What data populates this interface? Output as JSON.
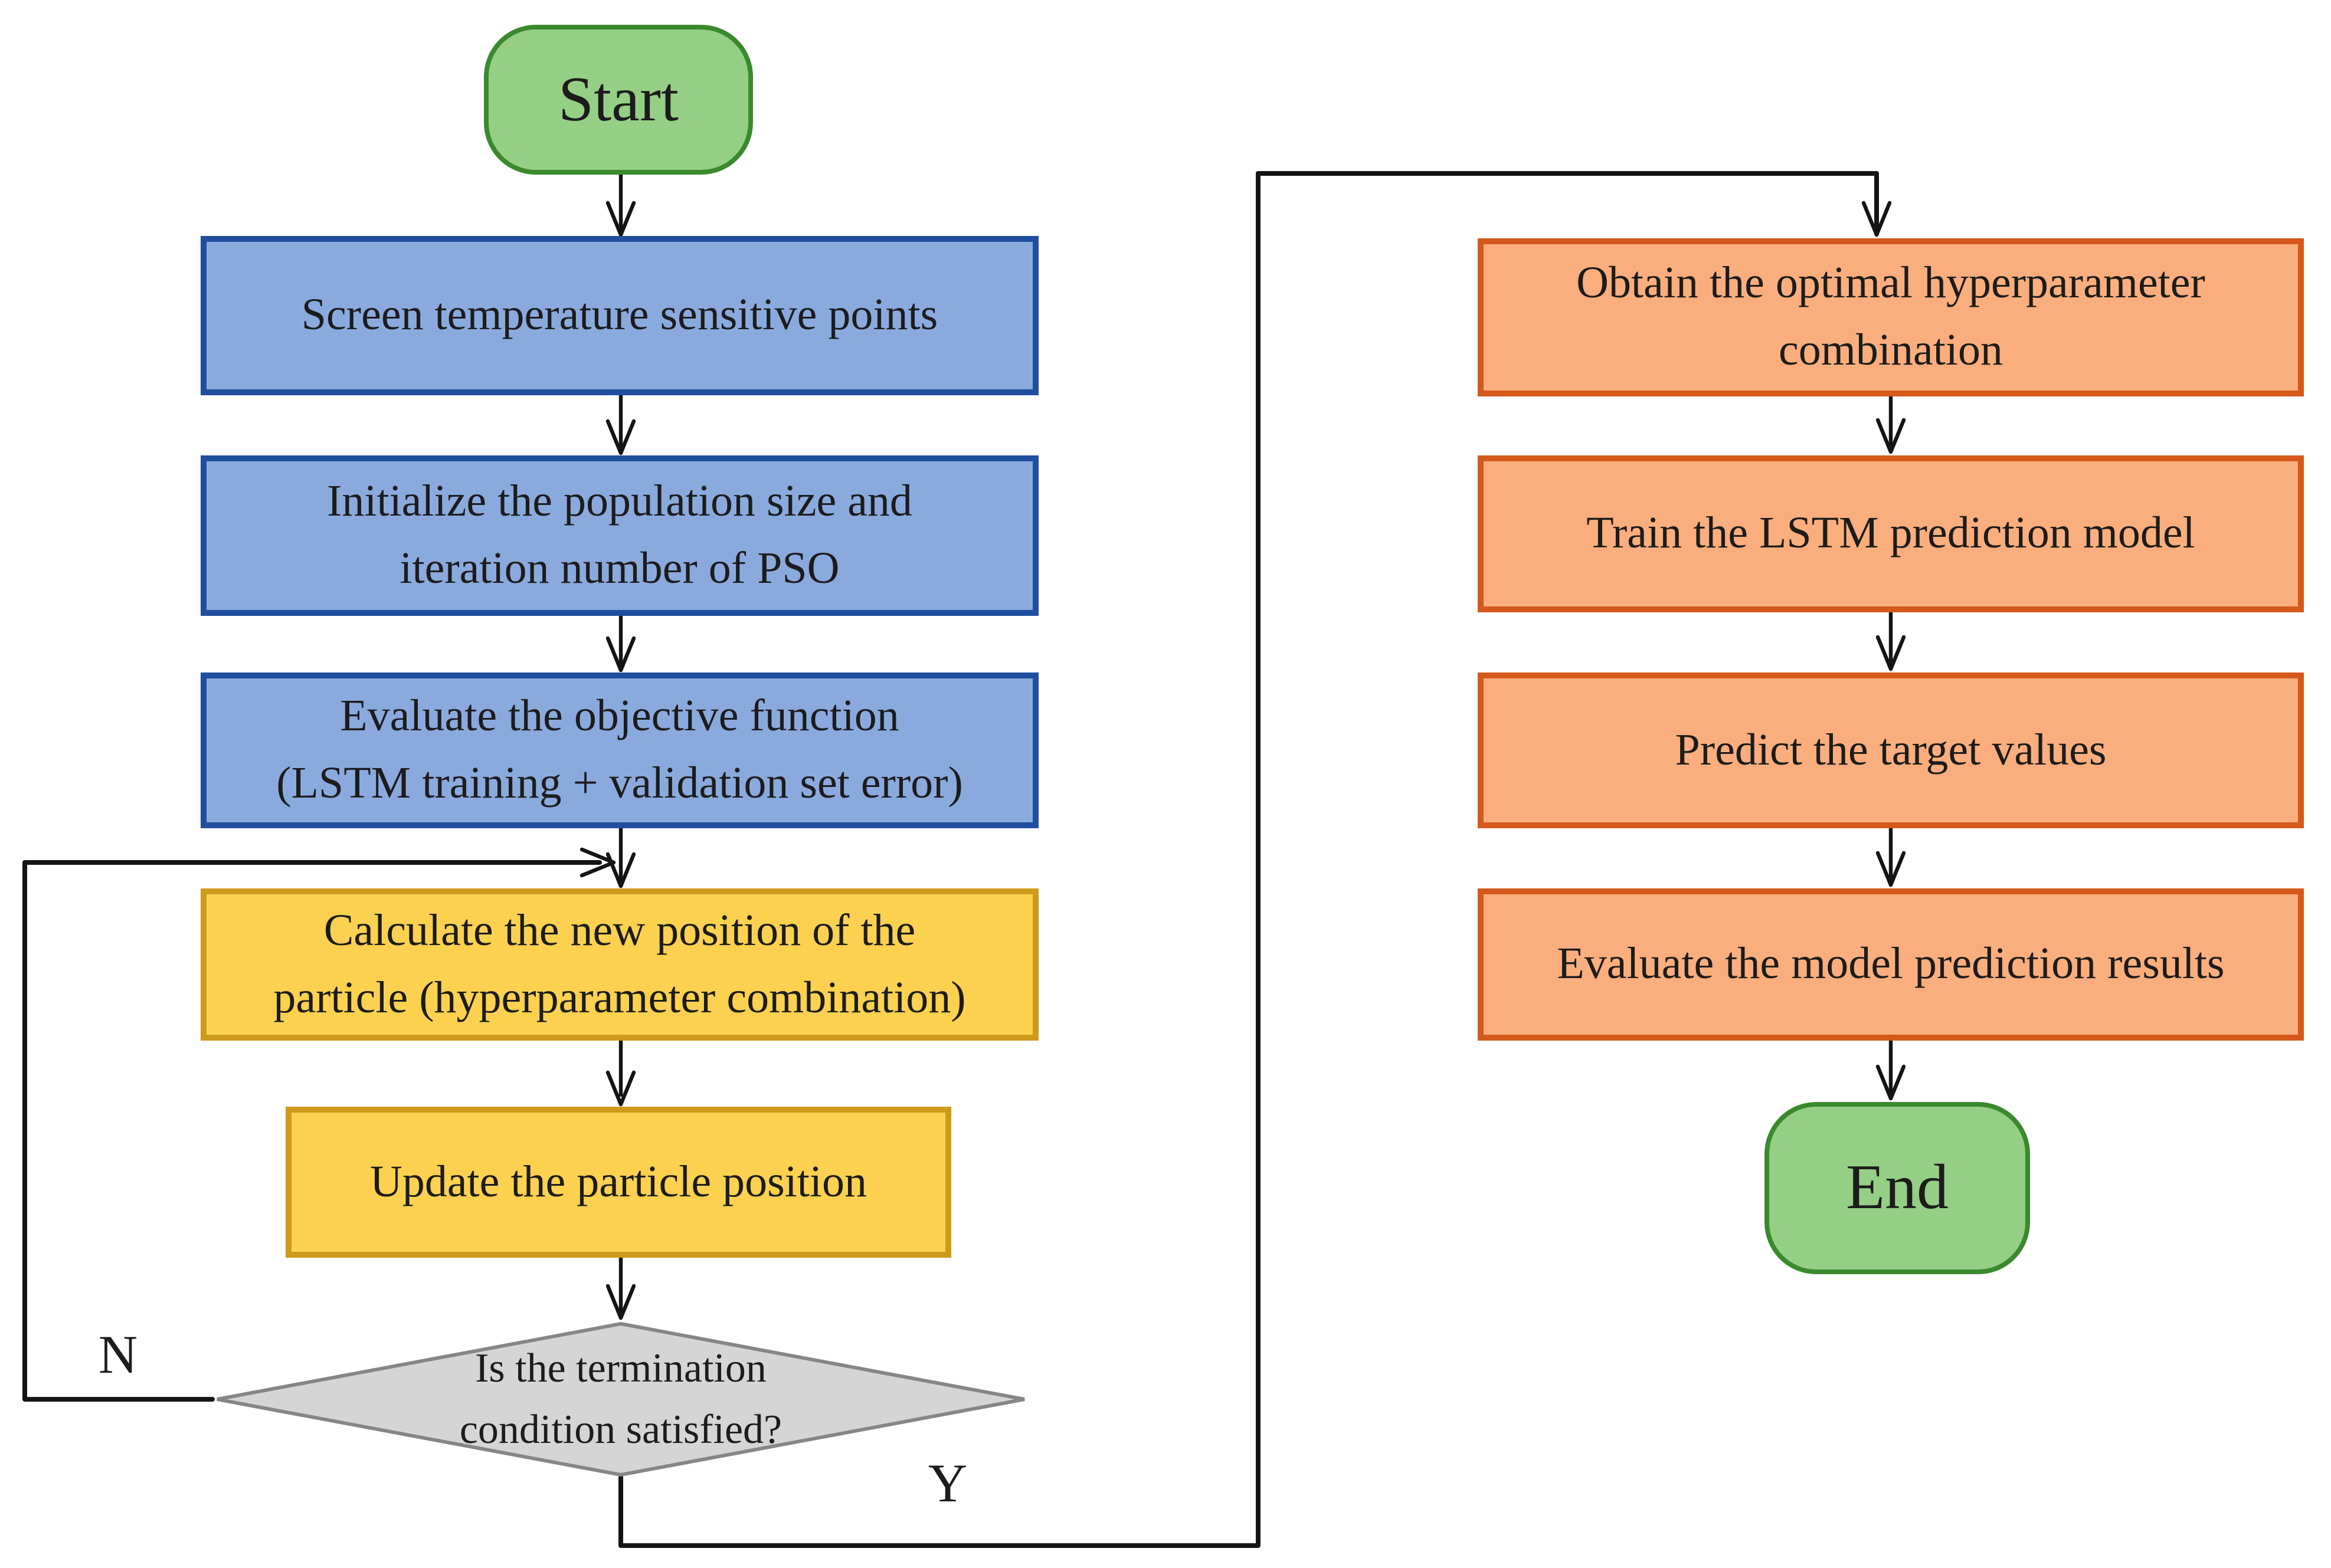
{
  "diagram": {
    "nodes": {
      "start": {
        "label": "Start"
      },
      "screen_points": {
        "label": "Screen temperature sensitive points"
      },
      "init_pso": {
        "label": "Initialize the population size and\niteration number of PSO"
      },
      "evaluate_objective": {
        "label": "Evaluate the objective function\n(LSTM training + validation set error)"
      },
      "calculate_position": {
        "label": "Calculate the new position of the\nparticle (hyperparameter combination)"
      },
      "update_position": {
        "label": "Update the particle position"
      },
      "termination_decision": {
        "label": "Is the termination\ncondition satisfied?"
      },
      "obtain_optimal": {
        "label": "Obtain the optimal hyperparameter\ncombination"
      },
      "train_lstm": {
        "label": "Train the LSTM prediction model"
      },
      "predict_targets": {
        "label": "Predict the target values"
      },
      "evaluate_results": {
        "label": "Evaluate the model prediction results"
      },
      "end": {
        "label": "End"
      }
    },
    "edge_labels": {
      "no": "N",
      "yes": "Y"
    },
    "colors": {
      "terminator_fill": "#95CF86",
      "terminator_border": "#3A8A2D",
      "process_fill": "#8AAADE",
      "process_border": "#1F4E9E",
      "loop_fill": "#FCD150",
      "loop_border": "#CE9A1B",
      "decision_fill": "#D5D5D5",
      "decision_border": "#868686",
      "output_fill": "#FBAE7D",
      "output_border": "#D4591B",
      "connector": "#141414"
    }
  }
}
